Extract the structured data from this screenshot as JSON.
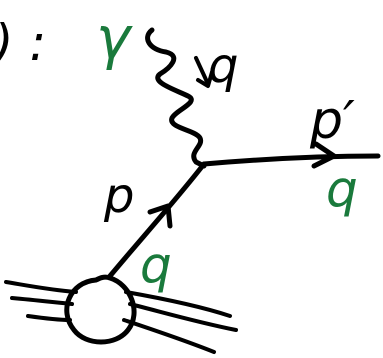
{
  "labels": {
    "item_marker": ") :",
    "photon": "γ",
    "photon_charge": "q",
    "quark_in": "p",
    "quark_in_charge": "q",
    "quark_out": "p′",
    "quark_out_charge": "q"
  },
  "colors": {
    "ink": "#000000",
    "green": "#1a7a3c"
  }
}
